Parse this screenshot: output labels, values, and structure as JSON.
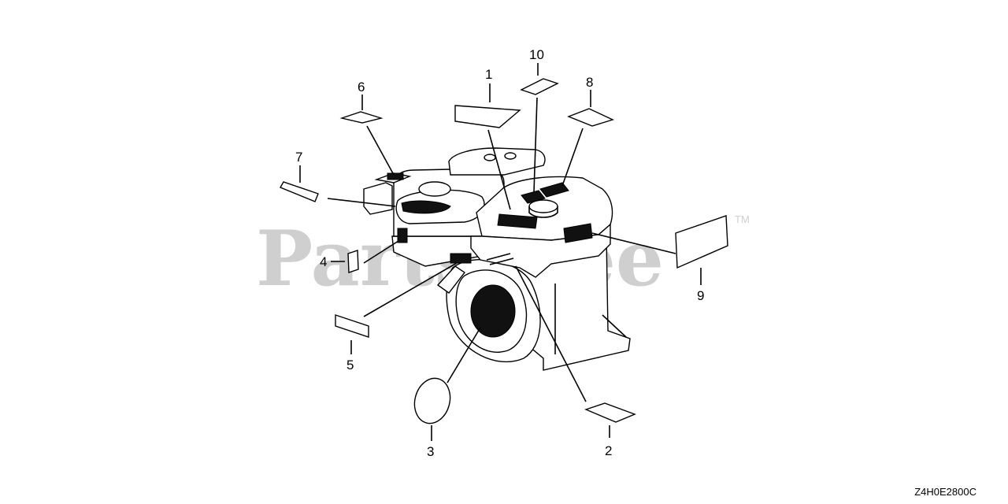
{
  "watermark": {
    "text": "PartsTree",
    "trademark": "TM"
  },
  "callouts": [
    "1",
    "2",
    "3",
    "4",
    "5",
    "6",
    "7",
    "8",
    "9",
    "10"
  ],
  "diagram_code": "Z4H0E2800C"
}
